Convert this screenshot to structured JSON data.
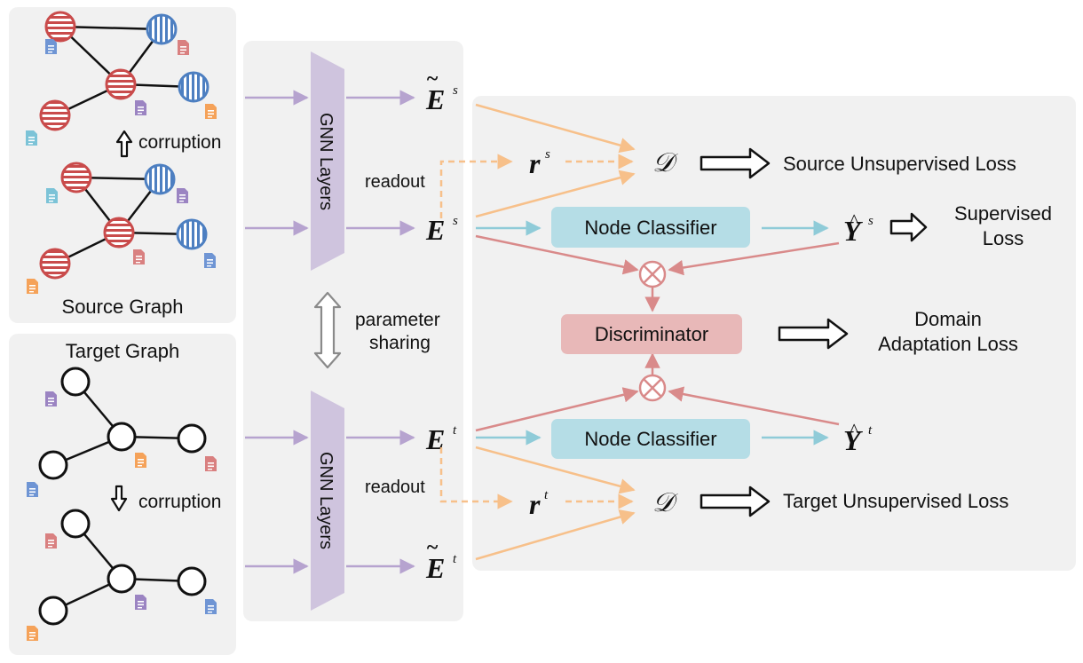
{
  "source_panel": {
    "title": "Source Graph",
    "corruption_label": "corruption"
  },
  "target_panel": {
    "title": "Target Graph",
    "corruption_label": "corruption"
  },
  "gnn_panel": {
    "top_layer_label": "GNN Layers",
    "bottom_layer_label": "GNN Layers",
    "sharing_label_line1": "parameter",
    "sharing_label_line2": "sharing"
  },
  "symbols": {
    "E_base": "E",
    "sup_s": "s",
    "sup_t": "t",
    "r_base": "r",
    "Y_base": "Y",
    "D": "𝒟",
    "hat": "^",
    "tilde": "~",
    "otimes": "⊗",
    "readout": "readout"
  },
  "blocks": {
    "node_classifier_top": "Node Classifier",
    "node_classifier_bottom": "Node Classifier",
    "discriminator": "Discriminator"
  },
  "losses": {
    "source_unsupervised": "Source Unsupervised Loss",
    "supervised_line1": "Supervised",
    "supervised_line2": "Loss",
    "domain_line1": "Domain",
    "domain_line2": "Adaptation Loss",
    "target_unsupervised": "Target Unsupervised Loss"
  },
  "colors": {
    "panel_bg": "#f1f1f1",
    "purple_arrow": "#b6a3cf",
    "gnn_fill": "#cfc4de",
    "orange": "#f7c08a",
    "blue": "#8fcbd8",
    "red": "#d98a8a",
    "classifier_fill": "#b5dde6",
    "discriminator_fill": "#e8b8b8",
    "red_node": "#c94b4b",
    "blue_node": "#4d7fc1"
  }
}
